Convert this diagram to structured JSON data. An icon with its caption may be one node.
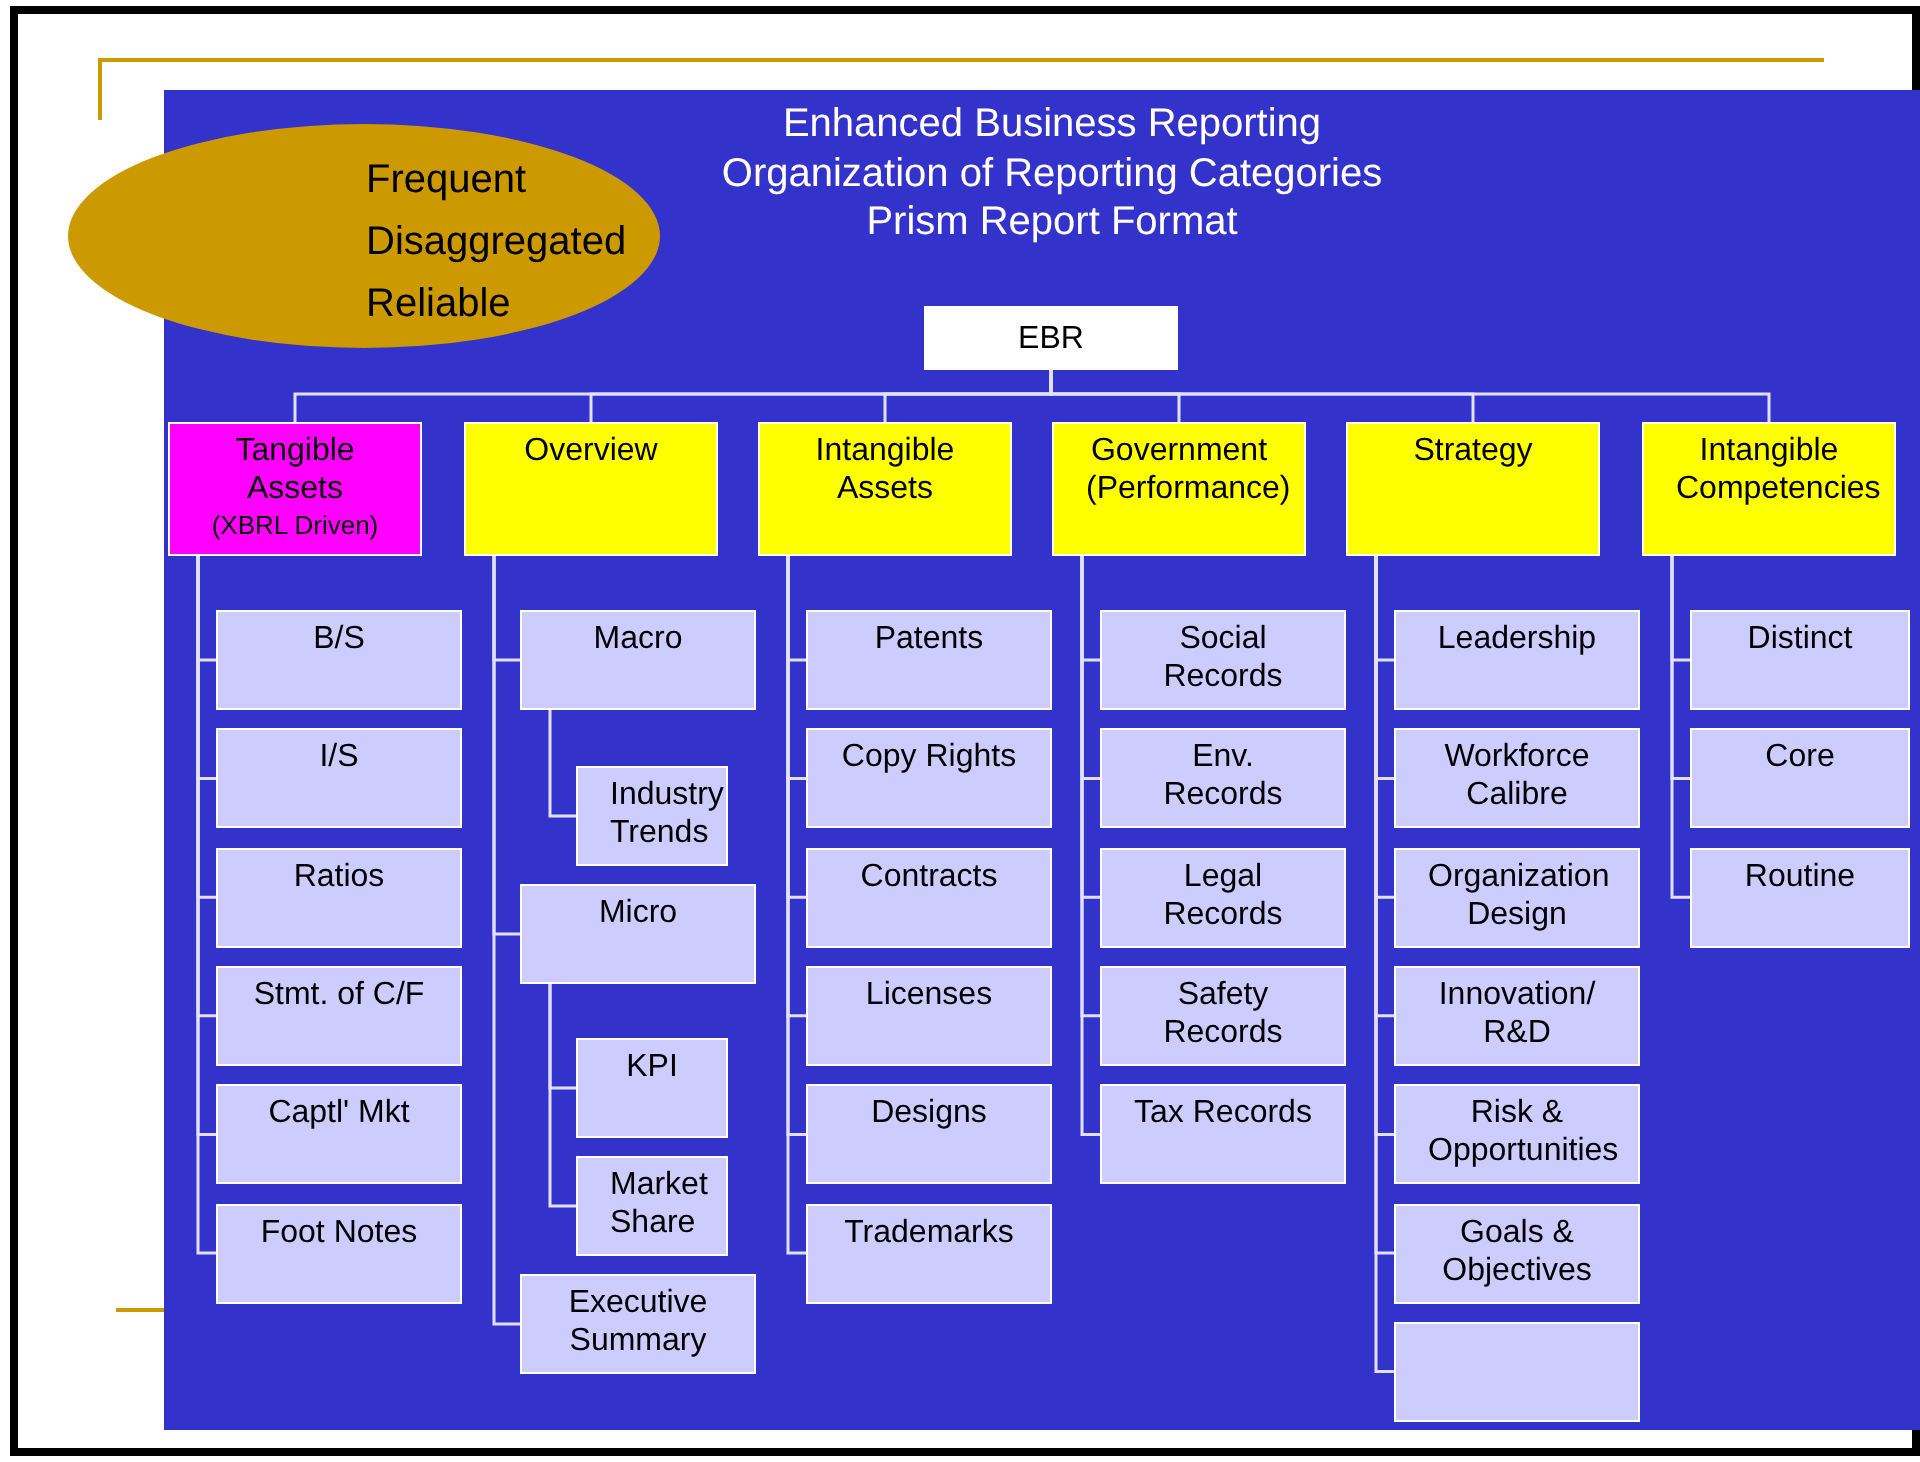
{
  "diagram": {
    "nodes": [
      {
        "text": [
          "Frequent",
          "Disaggregated",
          "Reliable"
        ]
      },
      {
        "text": [
          "EBR"
        ]
      },
      {
        "text": [
          "Tangible Assets",
          "(XBRL Driven)"
        ]
      },
      {
        "text": [
          "Overview"
        ]
      },
      {
        "text": [
          "Intangible Assets"
        ]
      },
      {
        "text": [
          "Government (Performance)"
        ]
      },
      {
        "text": [
          "Strategy"
        ]
      },
      {
        "text": [
          "Intangible Competencies"
        ]
      },
      {
        "text": [
          "B/S"
        ]
      },
      {
        "text": [
          "I/S"
        ]
      },
      {
        "text": [
          "Ratios"
        ]
      },
      {
        "text": [
          "Stmt. of C/F"
        ]
      },
      {
        "text": [
          "Captl' Mkt"
        ]
      },
      {
        "text": [
          "Foot Notes"
        ]
      },
      {
        "text": [
          "Macro"
        ]
      },
      {
        "text": [
          "Industry Trends"
        ]
      },
      {
        "text": [
          "Micro"
        ]
      },
      {
        "text": [
          "KPI"
        ]
      },
      {
        "text": [
          "Market Share"
        ]
      },
      {
        "text": [
          "Executive Summary"
        ]
      },
      {
        "text": [
          "Patents"
        ]
      },
      {
        "text": [
          "Copy Rights"
        ]
      },
      {
        "text": [
          "Contracts"
        ]
      },
      {
        "text": [
          "Licenses"
        ]
      },
      {
        "text": [
          "Designs"
        ]
      },
      {
        "text": [
          "Trademarks"
        ]
      },
      {
        "text": [
          "Social Records"
        ]
      },
      {
        "text": [
          "Env. Records"
        ]
      },
      {
        "text": [
          "Legal Records"
        ]
      },
      {
        "text": [
          "Safety Records"
        ]
      },
      {
        "text": [
          "Tax Records"
        ]
      },
      {
        "text": [
          "Leadership"
        ]
      },
      {
        "text": [
          "Workforce Calibre"
        ]
      },
      {
        "text": [
          "Organization Design"
        ]
      },
      {
        "text": [
          "Innovation/ R&D"
        ]
      },
      {
        "text": [
          "Risk & Opportunities"
        ]
      },
      {
        "text": [
          "Goals & Objectives"
        ]
      },
      {
        "text": [],
        "shape": "box"
      },
      {
        "text": [
          "Distinct"
        ]
      },
      {
        "text": [
          "Core"
        ]
      },
      {
        "text": [
          "Routine"
        ]
      }
    ],
    "edges": [
      {
        "from": 1,
        "to": 2,
        "arrow": "none"
      },
      {
        "from": 1,
        "to": 3,
        "arrow": "none"
      },
      {
        "from": 1,
        "to": 4,
        "arrow": "none"
      },
      {
        "from": 1,
        "to": 5,
        "arrow": "none"
      },
      {
        "from": 1,
        "to": 6,
        "arrow": "none"
      },
      {
        "from": 1,
        "to": 7,
        "arrow": "none"
      },
      {
        "from": 2,
        "to": 8,
        "arrow": "none"
      },
      {
        "from": 2,
        "to": 9,
        "arrow": "none"
      },
      {
        "from": 2,
        "to": 10,
        "arrow": "none"
      },
      {
        "from": 2,
        "to": 11,
        "arrow": "none"
      },
      {
        "from": 2,
        "to": 12,
        "arrow": "none"
      },
      {
        "from": 2,
        "to": 13,
        "arrow": "none"
      },
      {
        "from": 3,
        "to": 14,
        "arrow": "none"
      },
      {
        "from": 14,
        "to": 15,
        "arrow": "none"
      },
      {
        "from": 3,
        "to": 16,
        "arrow": "none"
      },
      {
        "from": 16,
        "to": 17,
        "arrow": "none"
      },
      {
        "from": 16,
        "to": 18,
        "arrow": "none"
      },
      {
        "from": 3,
        "to": 19,
        "arrow": "none"
      },
      {
        "from": 4,
        "to": 20,
        "arrow": "none"
      },
      {
        "from": 4,
        "to": 21,
        "arrow": "none"
      },
      {
        "from": 4,
        "to": 22,
        "arrow": "none"
      },
      {
        "from": 4,
        "to": 23,
        "arrow": "none"
      },
      {
        "from": 4,
        "to": 24,
        "arrow": "none"
      },
      {
        "from": 4,
        "to": 25,
        "arrow": "none"
      },
      {
        "from": 5,
        "to": 26,
        "arrow": "none"
      },
      {
        "from": 5,
        "to": 27,
        "arrow": "none"
      },
      {
        "from": 5,
        "to": 28,
        "arrow": "none"
      },
      {
        "from": 5,
        "to": 29,
        "arrow": "none"
      },
      {
        "from": 5,
        "to": 30,
        "arrow": "none"
      },
      {
        "from": 6,
        "to": 31,
        "arrow": "none"
      },
      {
        "from": 6,
        "to": 32,
        "arrow": "none"
      },
      {
        "from": 6,
        "to": 33,
        "arrow": "none"
      },
      {
        "from": 6,
        "to": 34,
        "arrow": "none"
      },
      {
        "from": 6,
        "to": 35,
        "arrow": "none"
      },
      {
        "from": 6,
        "to": 36,
        "arrow": "none"
      },
      {
        "from": 6,
        "to": 37,
        "arrow": "none"
      },
      {
        "from": 7,
        "to": 38,
        "arrow": "none"
      },
      {
        "from": 7,
        "to": 39,
        "arrow": "none"
      },
      {
        "from": 7,
        "to": 40,
        "arrow": "none"
      }
    ],
    "labels": [
      "Enhanced Business Reporting",
      "Organization of Reporting Categories",
      "Prism Report Format"
    ]
  }
}
